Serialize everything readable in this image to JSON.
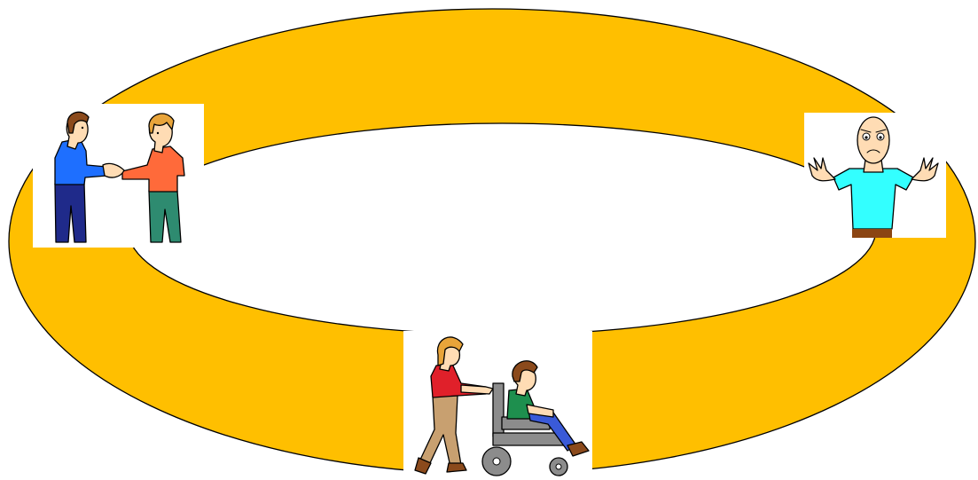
{
  "colors": {
    "ring": "#FFBF00",
    "outline": "#000000",
    "background": "#FFFFFF",
    "skin": "#FFDCB4",
    "hair_brown": "#8B4A1C",
    "hair_blonde": "#E8A43A",
    "shirt_blue": "#1E6FFF",
    "pants_navy": "#1F2A8A",
    "shirt_orange": "#FF6A3A",
    "pants_teal": "#2E8B70",
    "shirt_cyan": "#33FFFF",
    "belt_brown": "#8B4513",
    "shirt_red": "#E0202A",
    "pants_tan": "#C8A070",
    "shirt_green": "#1E8F4E",
    "pants_blue": "#3A5AD8",
    "chair_gray": "#8C8C8C"
  },
  "cycle": {
    "shape": "elliptical-ring",
    "stages": [
      {
        "id": "handshake",
        "icon": "handshake-icon",
        "position": "left"
      },
      {
        "id": "confused-person",
        "icon": "shrugging-person-icon",
        "position": "right"
      },
      {
        "id": "caregiver",
        "icon": "caregiver-pushing-wheelchair-icon",
        "position": "bottom"
      }
    ]
  }
}
